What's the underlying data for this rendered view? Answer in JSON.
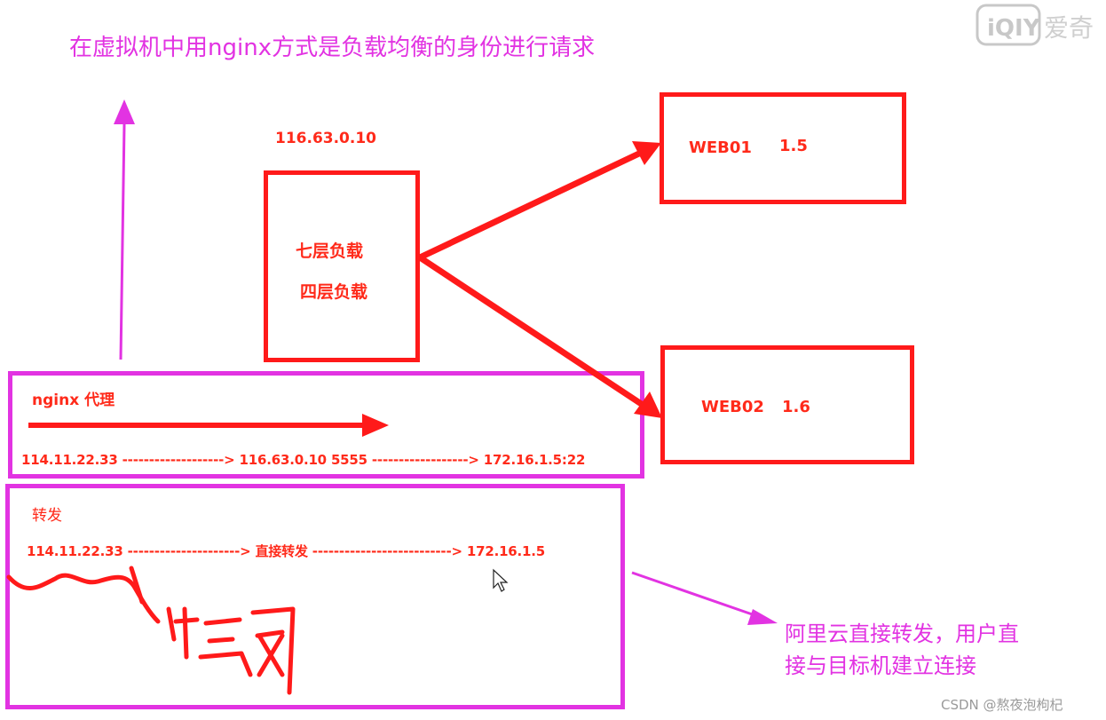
{
  "title": "在虚拟机中用nginx方式是负载均衡的身份进行请求",
  "lb_ip": "116.63.0.10",
  "lb_box": {
    "line1": "七层负载",
    "line2": "四层负载"
  },
  "web01": {
    "name": "WEB01",
    "ip": "1.5"
  },
  "web02": {
    "name": "WEB02",
    "ip": "1.6"
  },
  "proxy": {
    "label": "nginx 代理",
    "flow": "114.11.22.33 ------------------->  116.63.0.10 5555 ------------------> 172.16.1.5:22"
  },
  "forward": {
    "label": "转发",
    "flow": "114.11.22.33 ---------------------> 直接转发 --------------------------> 172.16.1.5"
  },
  "note": {
    "line1": "阿里云直接转发，用户直",
    "line2": "接与目标机建立连接"
  },
  "watermark_top": "爱奇",
  "watermark_bottom": "CSDN @熬夜泡枸杞",
  "colors": {
    "red": "#ff1a1a",
    "magenta": "#e233e2"
  },
  "icons": [
    "mouse-cursor-icon",
    "iqiyi-logo"
  ]
}
